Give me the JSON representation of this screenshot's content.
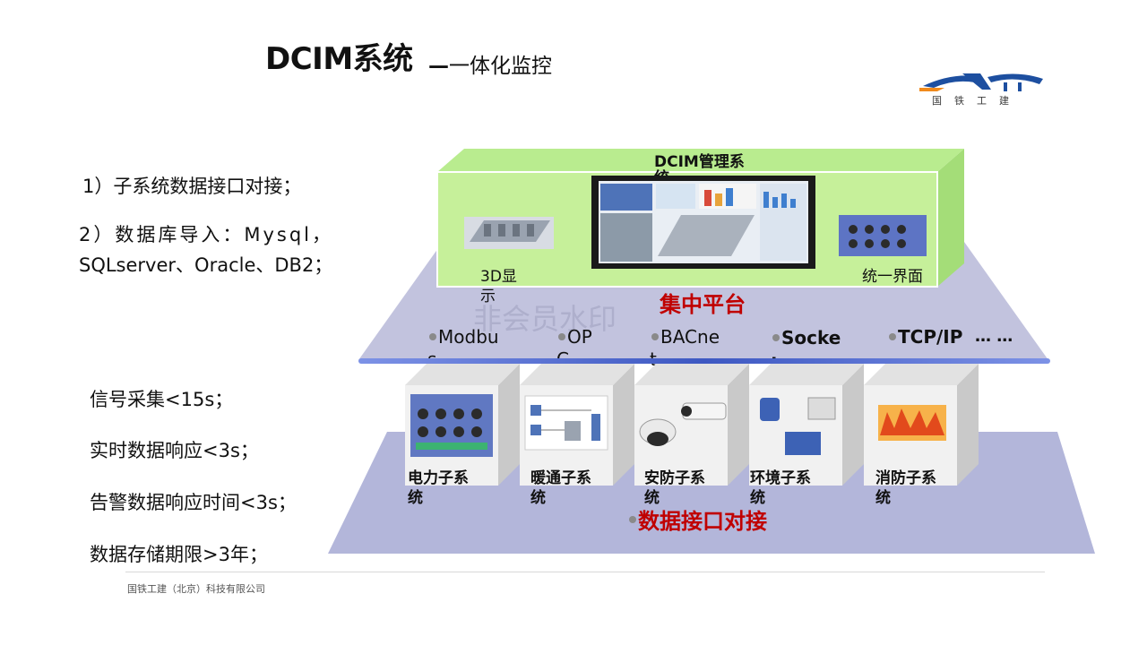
{
  "title": {
    "main": "DCIM系统",
    "dash": "—",
    "sub": "一体化监控"
  },
  "logo": {
    "text": "国铁工建"
  },
  "left_features": [
    {
      "line1": "1）子系统数据接口对接；"
    },
    {
      "line1": "2）数据库导入：Mysql，",
      "line2": "SQLserver、Oracle、DB2；"
    }
  ],
  "performance": [
    "信号采集<15s；",
    "实时数据响应<3s；",
    "告警数据响应时间<3s；",
    "数据存储期限>3年；"
  ],
  "top_box": {
    "title_l1": "DCIM管理系",
    "title_l2": "统",
    "label_left_l1": "3D显",
    "label_left_l2": "示",
    "label_right": "统一界面"
  },
  "platform": {
    "label": "集中平台"
  },
  "protocols": [
    {
      "l1": "Modbu",
      "l2": "s"
    },
    {
      "l1": "OP",
      "l2": "C"
    },
    {
      "l1": "BACne",
      "l2": "t"
    },
    {
      "l1": "Socke",
      "l2": "t"
    },
    {
      "l1": "TCP/IP",
      "l2": ""
    }
  ],
  "ellipsis": "… …",
  "watermark": "非会员水印",
  "subsystems": [
    {
      "l1": "电力子系",
      "l2": "统"
    },
    {
      "l1": "暖通子系",
      "l2": "统"
    },
    {
      "l1": "安防子系",
      "l2": "统"
    },
    {
      "l1": "环境子系",
      "l2": "统"
    },
    {
      "l1": "消防子系",
      "l2": "统"
    }
  ],
  "data_interface": {
    "label": "数据接口对接"
  },
  "footer": "国铁工建（北京）科技有限公司",
  "colors": {
    "platform": "#bfc0dd",
    "top_green": "#c6f09a",
    "accent_red": "#c00000",
    "line_blue": "#4a63c8"
  }
}
